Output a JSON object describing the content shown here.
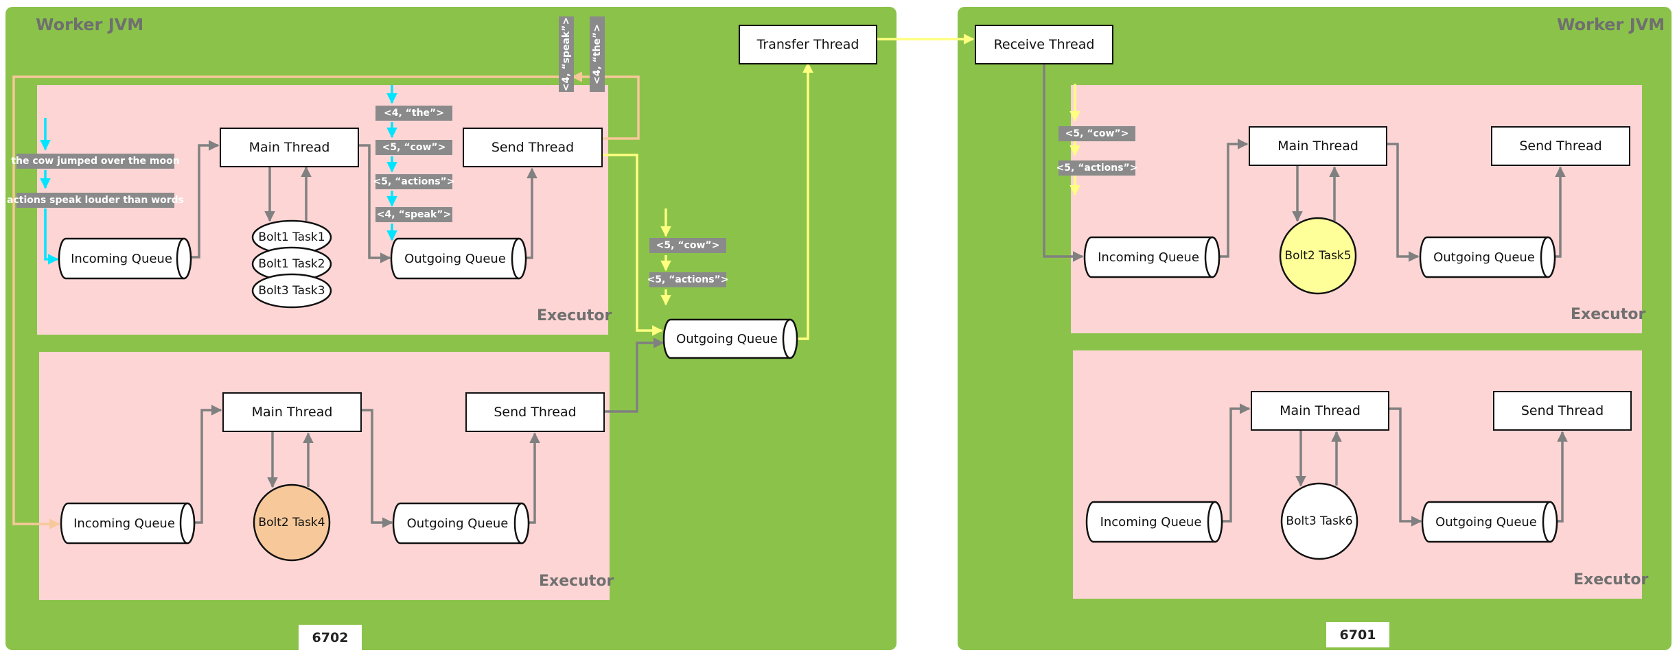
{
  "jvm_left": {
    "title": "Worker JVM",
    "port": "6702"
  },
  "jvm_right": {
    "title": "Worker JVM",
    "port": "6701"
  },
  "executor_label": "Executor",
  "labels": {
    "main_thread": "Main Thread",
    "send_thread": "Send Thread",
    "incoming_queue": "Incoming Queue",
    "outgoing_queue": "Outgoing Queue",
    "transfer_thread": "Transfer Thread",
    "receive_thread": "Receive Thread"
  },
  "tasks": {
    "bolt1_task1": "Bolt1 Task1",
    "bolt1_task2": "Bolt1 Task2",
    "bolt3_task3": "Bolt3 Task3",
    "bolt2_task4": "Bolt2 Task4",
    "bolt2_task5": "Bolt2 Task5",
    "bolt3_task6": "Bolt3 Task6"
  },
  "messages": {
    "sentence1": "the cow jumped over the moon",
    "sentence2": "actions speak louder than words",
    "t_the": "<4, “the”>",
    "t_cow": "<5, “cow”>",
    "t_actions": "<5, “actions”>",
    "t_speak": "<4, “speak”>"
  },
  "colors": {
    "jvm_bg": "#8bc34a",
    "executor_bg": "#fdd5d5",
    "arrow_gray": "#808080",
    "arrow_cyan": "#00e5ff",
    "arrow_yellow": "#ffff80",
    "arrow_orange": "#f7c89a",
    "task4_fill": "#f6c89a",
    "task5_fill": "#ffff9a"
  }
}
